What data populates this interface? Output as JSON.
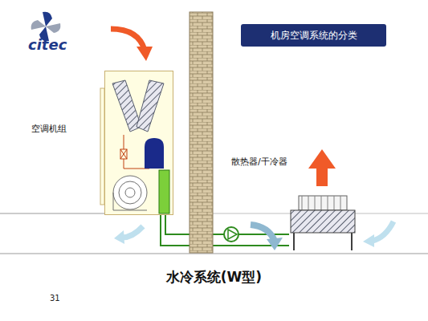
{
  "diagram": {
    "title": "机房空调系统的分类",
    "caption": "水冷系统(W型)",
    "nodes": [
      {
        "text": [
          "空调机组"
        ]
      },
      {
        "text": [
          "散热器/干冷器"
        ]
      }
    ],
    "edges": [
      {
        "from": 0,
        "to": 1,
        "arrow": "none"
      },
      {
        "from": 1,
        "to": 0,
        "arrow": "none"
      }
    ],
    "labels": [
      "citec",
      "31"
    ]
  }
}
